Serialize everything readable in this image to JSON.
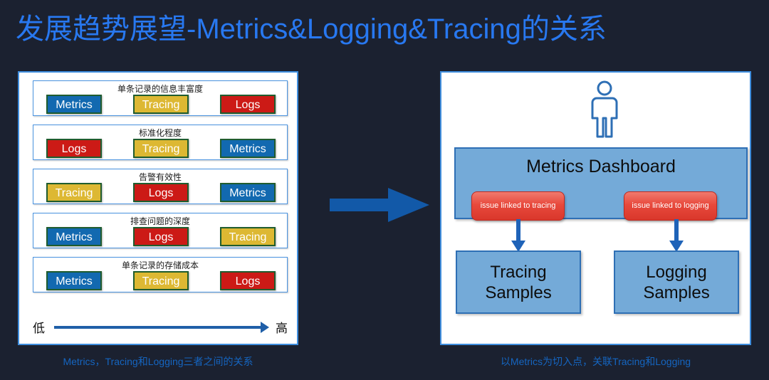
{
  "slide": {
    "title": "发展趋势展望-Metrics&Logging&Tracing的关系",
    "background_color": "#1b2130",
    "title_color": "#2878f0"
  },
  "left_panel": {
    "caption": "Metrics，Tracing和Logging三者之间的关系",
    "axis": {
      "low_label": "低",
      "high_label": "高"
    },
    "rows": [
      {
        "label": "单条记录的信息丰富度",
        "badges": [
          {
            "text": "Metrics",
            "kind": "metrics",
            "color": "#1269b0"
          },
          {
            "text": "Tracing",
            "kind": "tracing",
            "color": "#ddb833"
          },
          {
            "text": "Logs",
            "kind": "logs",
            "color": "#cc1a16"
          }
        ]
      },
      {
        "label": "标准化程度",
        "badges": [
          {
            "text": "Logs",
            "kind": "logs",
            "color": "#cc1a16"
          },
          {
            "text": "Tracing",
            "kind": "tracing",
            "color": "#ddb833"
          },
          {
            "text": "Metrics",
            "kind": "metrics",
            "color": "#1269b0"
          }
        ]
      },
      {
        "label": "告警有效性",
        "badges": [
          {
            "text": "Tracing",
            "kind": "tracing",
            "color": "#ddb833"
          },
          {
            "text": "Logs",
            "kind": "logs",
            "color": "#cc1a16"
          },
          {
            "text": "Metrics",
            "kind": "metrics",
            "color": "#1269b0"
          }
        ]
      },
      {
        "label": "排查问题的深度",
        "badges": [
          {
            "text": "Metrics",
            "kind": "metrics",
            "color": "#1269b0"
          },
          {
            "text": "Logs",
            "kind": "logs",
            "color": "#cc1a16"
          },
          {
            "text": "Tracing",
            "kind": "tracing",
            "color": "#ddb833"
          }
        ]
      },
      {
        "label": "单条记录的存储成本",
        "badges": [
          {
            "text": "Metrics",
            "kind": "metrics",
            "color": "#1269b0"
          },
          {
            "text": "Tracing",
            "kind": "tracing",
            "color": "#ddb833"
          },
          {
            "text": "Logs",
            "kind": "logs",
            "color": "#cc1a16"
          }
        ]
      }
    ]
  },
  "right_panel": {
    "caption": "以Metrics为切入点，关联Tracing和Logging",
    "person_icon": "person-icon",
    "dashboard": {
      "title": "Metrics Dashboard",
      "color": "#74aad8",
      "buttons": [
        {
          "text": "issue linked to tracing",
          "color": "#e8493c"
        },
        {
          "text": "issue linked to logging",
          "color": "#e8493c"
        }
      ]
    },
    "samples": [
      {
        "text": "Tracing\nSamples",
        "color": "#74aad8"
      },
      {
        "text": "Logging\nSamples",
        "color": "#74aad8"
      }
    ]
  },
  "center_arrow": {
    "direction": "right",
    "color": "#1259a8"
  }
}
